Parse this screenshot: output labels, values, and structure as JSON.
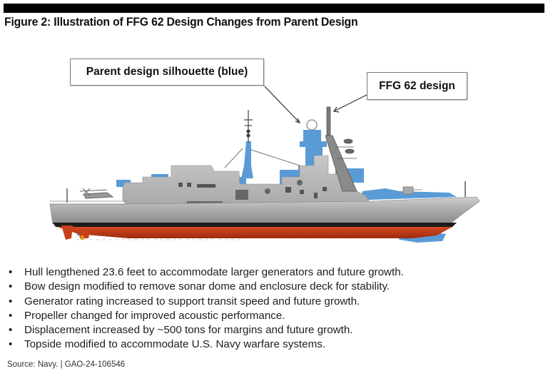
{
  "figure": {
    "title": "Figure 2: Illustration of FFG 62 Design Changes from Parent Design"
  },
  "callouts": {
    "parent": "Parent design silhouette (blue)",
    "ffg": "FFG 62 design"
  },
  "illustration": {
    "subject": "frigate side profile",
    "colors": {
      "parent_design_blue": "#5a9bd6",
      "superstructure_gray": "#b8b8b8",
      "hull_gray": "#a9a9a9",
      "hull_red": "#c2381a",
      "boot_top_black": "#1c1c1c"
    }
  },
  "bullet_glyph": "•",
  "changes": [
    "Hull lengthened 23.6 feet to accommodate larger generators and future growth.",
    "Bow design modified to remove sonar dome and enclosure deck for stability.",
    "Generator rating increased to support transit speed and future growth.",
    "Propeller changed for improved acoustic performance.",
    "Displacement increased by ~500 tons for margins and future growth.",
    "Topside modified to accommodate U.S. Navy warfare systems."
  ],
  "source": "Source: Navy.  |  GAO-24-106546"
}
